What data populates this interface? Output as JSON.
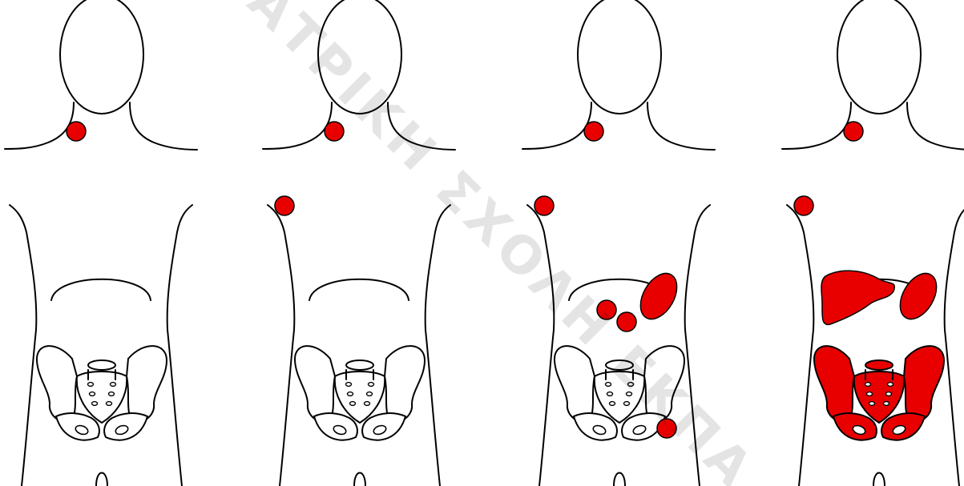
{
  "watermark": {
    "text": "ΙΑΤΡΙΚΗ ΣΧΟΛΗ ΕΚΠΑ"
  },
  "colors": {
    "lesion": "#e80000",
    "outline": "#000000",
    "background": "#ffffff"
  },
  "figures": [
    {
      "id": "stage-1",
      "lesions": [
        "neck-node"
      ]
    },
    {
      "id": "stage-2",
      "lesions": [
        "neck-node",
        "axillary-node"
      ]
    },
    {
      "id": "stage-3",
      "lesions": [
        "neck-node",
        "axillary-node",
        "spleen",
        "abdominal-nodes",
        "inguinal-node"
      ]
    },
    {
      "id": "stage-4",
      "lesions": [
        "neck-node",
        "axillary-node",
        "liver",
        "spleen",
        "pelvis-bone"
      ]
    }
  ]
}
